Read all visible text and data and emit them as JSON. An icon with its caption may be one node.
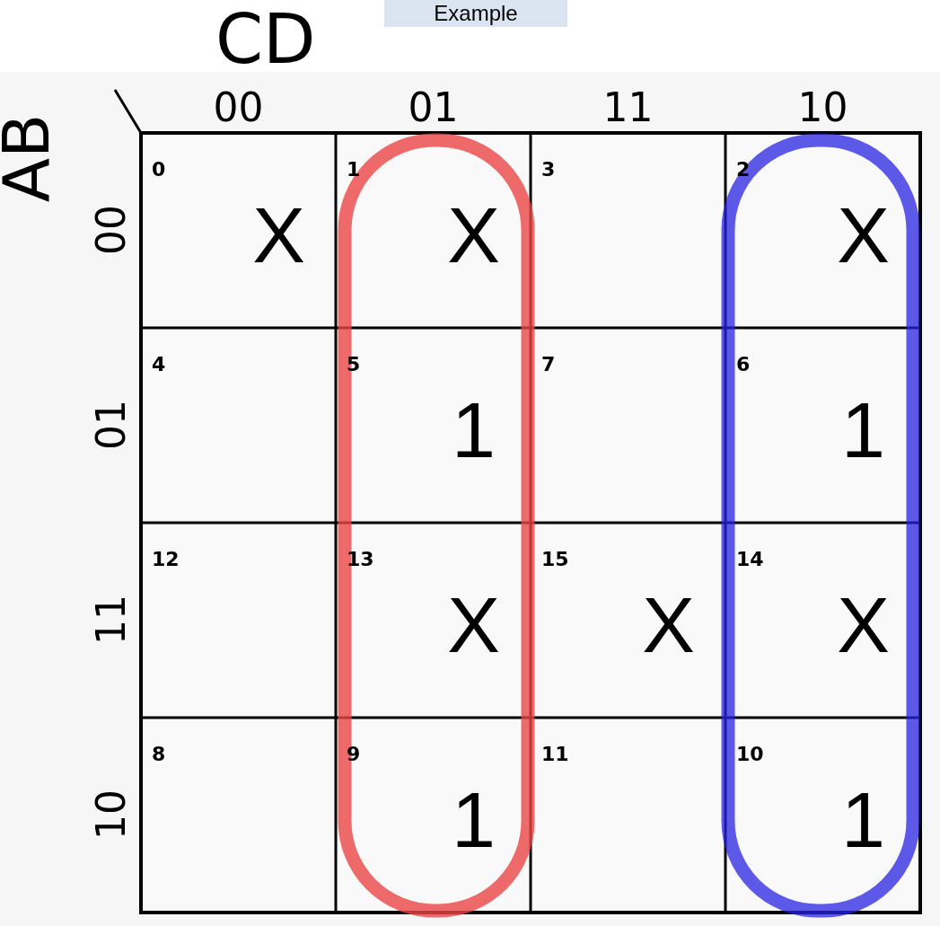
{
  "diagram": {
    "labels": [
      "Example",
      "CD",
      "AB",
      "00",
      "01",
      "11",
      "10",
      "00",
      "0",
      "X",
      "1",
      "X",
      "3",
      "2",
      "X",
      "01",
      "4",
      "5",
      "1",
      "7",
      "6",
      "1",
      "11",
      "12",
      "13",
      "X",
      "15",
      "X",
      "14",
      "X",
      "10",
      "8",
      "9",
      "1",
      "11",
      "10",
      "1"
    ]
  }
}
